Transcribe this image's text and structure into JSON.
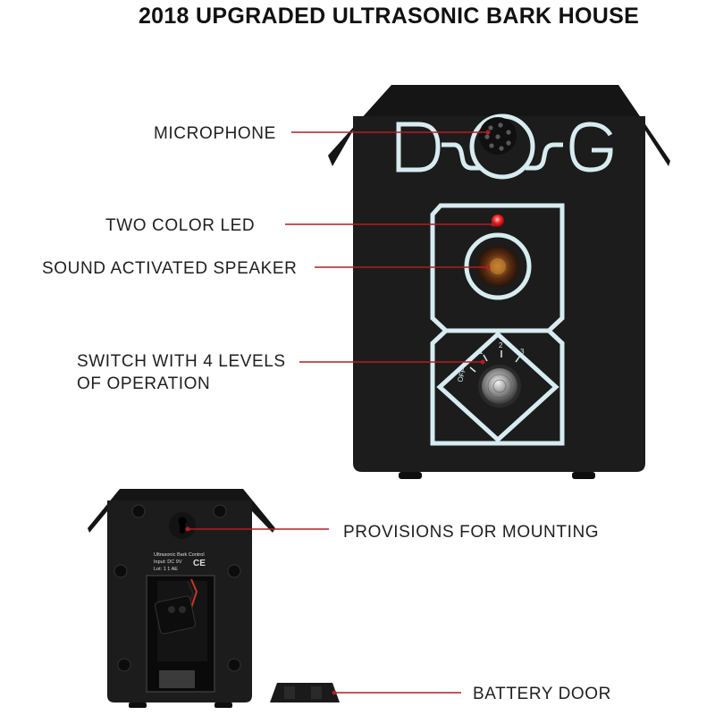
{
  "title": "2018 UPGRADED ULTRASONIC BARK HOUSE",
  "callouts": {
    "microphone": "MICROPHONE",
    "led": "TWO COLOR LED",
    "speaker": "SOUND ACTIVATED SPEAKER",
    "switch_line1": "SWITCH WITH 4 LEVELS",
    "switch_line2": "OF OPERATION",
    "mounting": "PROVISIONS FOR MOUNTING",
    "battery_door": "BATTERY DOOR"
  },
  "logo": {
    "text": "DOG"
  },
  "switch_ticks": [
    "OFF",
    "1",
    "2",
    "3"
  ],
  "back_label": {
    "line1": "Ultrasonic Bark Control",
    "line2": "Input: DC 9V",
    "line3": "Lot: 1 1 AE",
    "marks": "CE"
  },
  "colors": {
    "device_body": "#1c1c1c",
    "outline": "#d7ecf1",
    "leader_line": "#b01e23",
    "led": "#ff2a2a"
  }
}
